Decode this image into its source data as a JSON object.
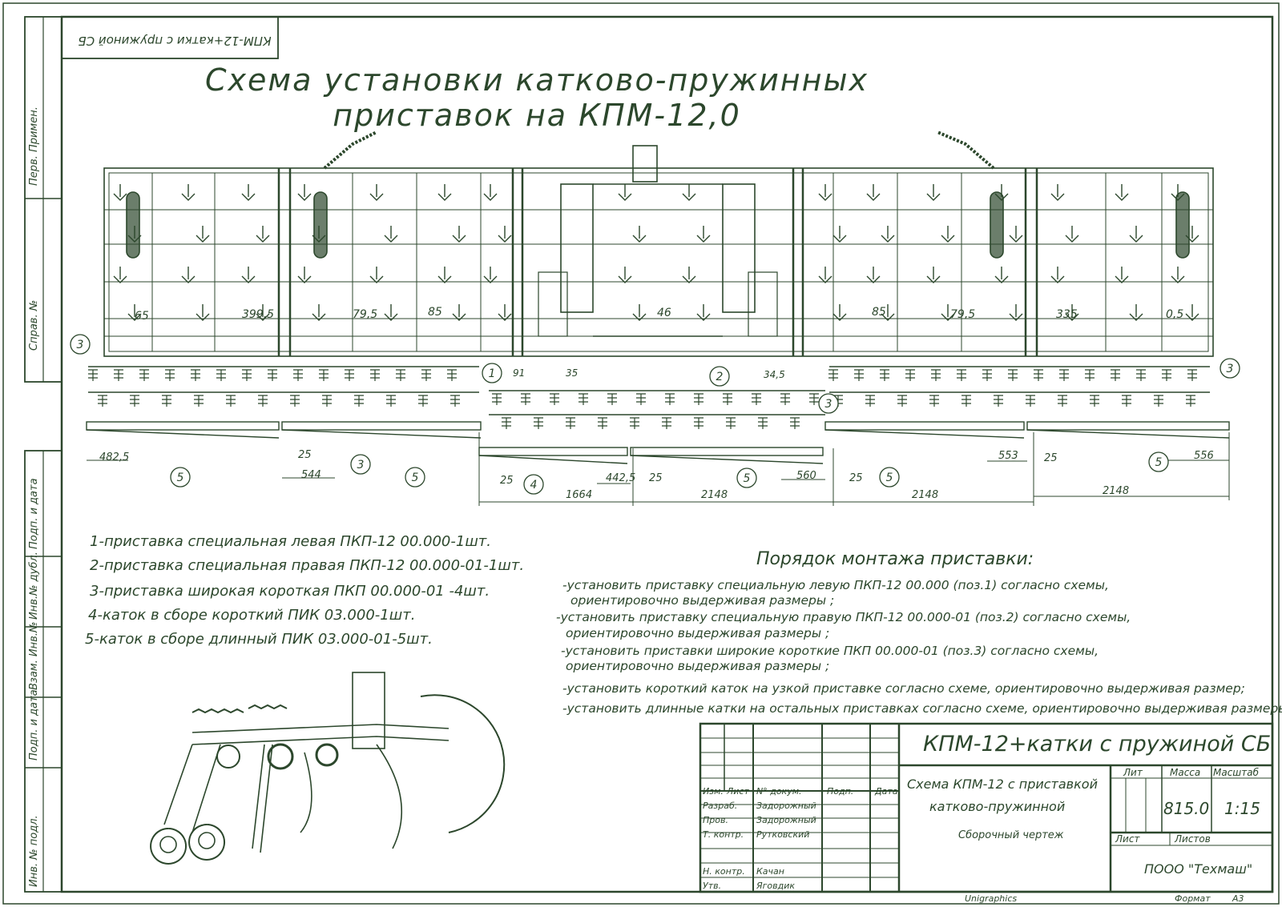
{
  "stamp": "КПМ-12+катки с пружиной СБ",
  "title": {
    "line1": "Схема установки катково-пружинных",
    "line2": "приставок на КПМ-12,0"
  },
  "side_columns": {
    "perv_primen": "Перв. Примен.",
    "sprav_no": "Справ. №",
    "podp_data_1": "Подп. и дата",
    "inv_dubl": "Инв.№ дубл.",
    "vzam_inv": "Взам. Инв.№",
    "podp_data_2": "Подп. и дата",
    "inv_podl": "Инв. № подл."
  },
  "dimensions": {
    "top": [
      "65",
      "399,5",
      "79,5",
      "85",
      "46",
      "85",
      "79,5",
      "335",
      "0,5"
    ],
    "mid": [
      "91",
      "35",
      "34,5"
    ],
    "bottom": [
      "482,5",
      "25",
      "544",
      "25",
      "442,5",
      "25",
      "560",
      "25",
      "553",
      "25",
      "556",
      "1664",
      "2148",
      "2148",
      "2148"
    ]
  },
  "positions": [
    "1",
    "2",
    "3",
    "3",
    "3",
    "3",
    "4",
    "5",
    "5",
    "5",
    "5",
    "5"
  ],
  "legend": [
    "1-приставка специальная левая ПКП-12 00.000-1шт.",
    "2-приставка специальная правая ПКП-12 00.000-01-1шт.",
    "3-приставка широкая короткая ПКП 00.000-01 -4шт.",
    "4-каток в сборе короткий ПИК 03.000-1шт.",
    "5-каток в сборе длинный ПИК 03.000-01-5шт."
  ],
  "assembly": {
    "heading": "Порядок монтажа приставки:",
    "lines": [
      "-установить приставку специальную левую ПКП-12 00.000 (поз.1) согласно схемы,",
      "ориентировочно выдерживая размеры ;",
      "-установить приставку специальную правую ПКП-12 00.000-01 (поз.2) согласно схемы,",
      "ориентировочно выдерживая размеры ;",
      "-установить приставки широкие короткие ПКП 00.000-01 (поз.3) согласно схемы,",
      "ориентировочно выдерживая размеры ;",
      "-установить короткий каток на узкой приставке согласно схеме, ориентировочно выдерживая размер;",
      "-установить длинные катки на остальных приставках согласно схеме, ориентировочно выдерживая размеры;"
    ]
  },
  "title_block": {
    "designation": "КПМ-12+катки с пружиной СБ",
    "name_line1": "Схема КПМ-12 с приставкой",
    "name_line2": "катково-пружинной",
    "doc_type": "Сборочный чертеж",
    "lit": "Лит",
    "massa_label": "Масса",
    "mashtab_label": "Масштаб",
    "massa": "815.0",
    "mashtab": "1:15",
    "list": "Лист",
    "listov": "Листов",
    "org": "ПООО \"Техмаш\"",
    "hdr_izm": "Изм.",
    "hdr_list": "Лист",
    "hdr_doc": "N° докум.",
    "hdr_podp": "Подп.",
    "hdr_data": "Дата",
    "rows": [
      {
        "role": "Разраб.",
        "name": "Задорожный"
      },
      {
        "role": "Пров.",
        "name": "Задорожный"
      },
      {
        "role": "Т. контр.",
        "name": "Рутковский"
      },
      {
        "role": "Н. контр.",
        "name": "Качан"
      },
      {
        "role": "Утв.",
        "name": "Яговдик"
      }
    ],
    "software": "Unigraphics",
    "format_label": "Формат",
    "format": "А3"
  }
}
